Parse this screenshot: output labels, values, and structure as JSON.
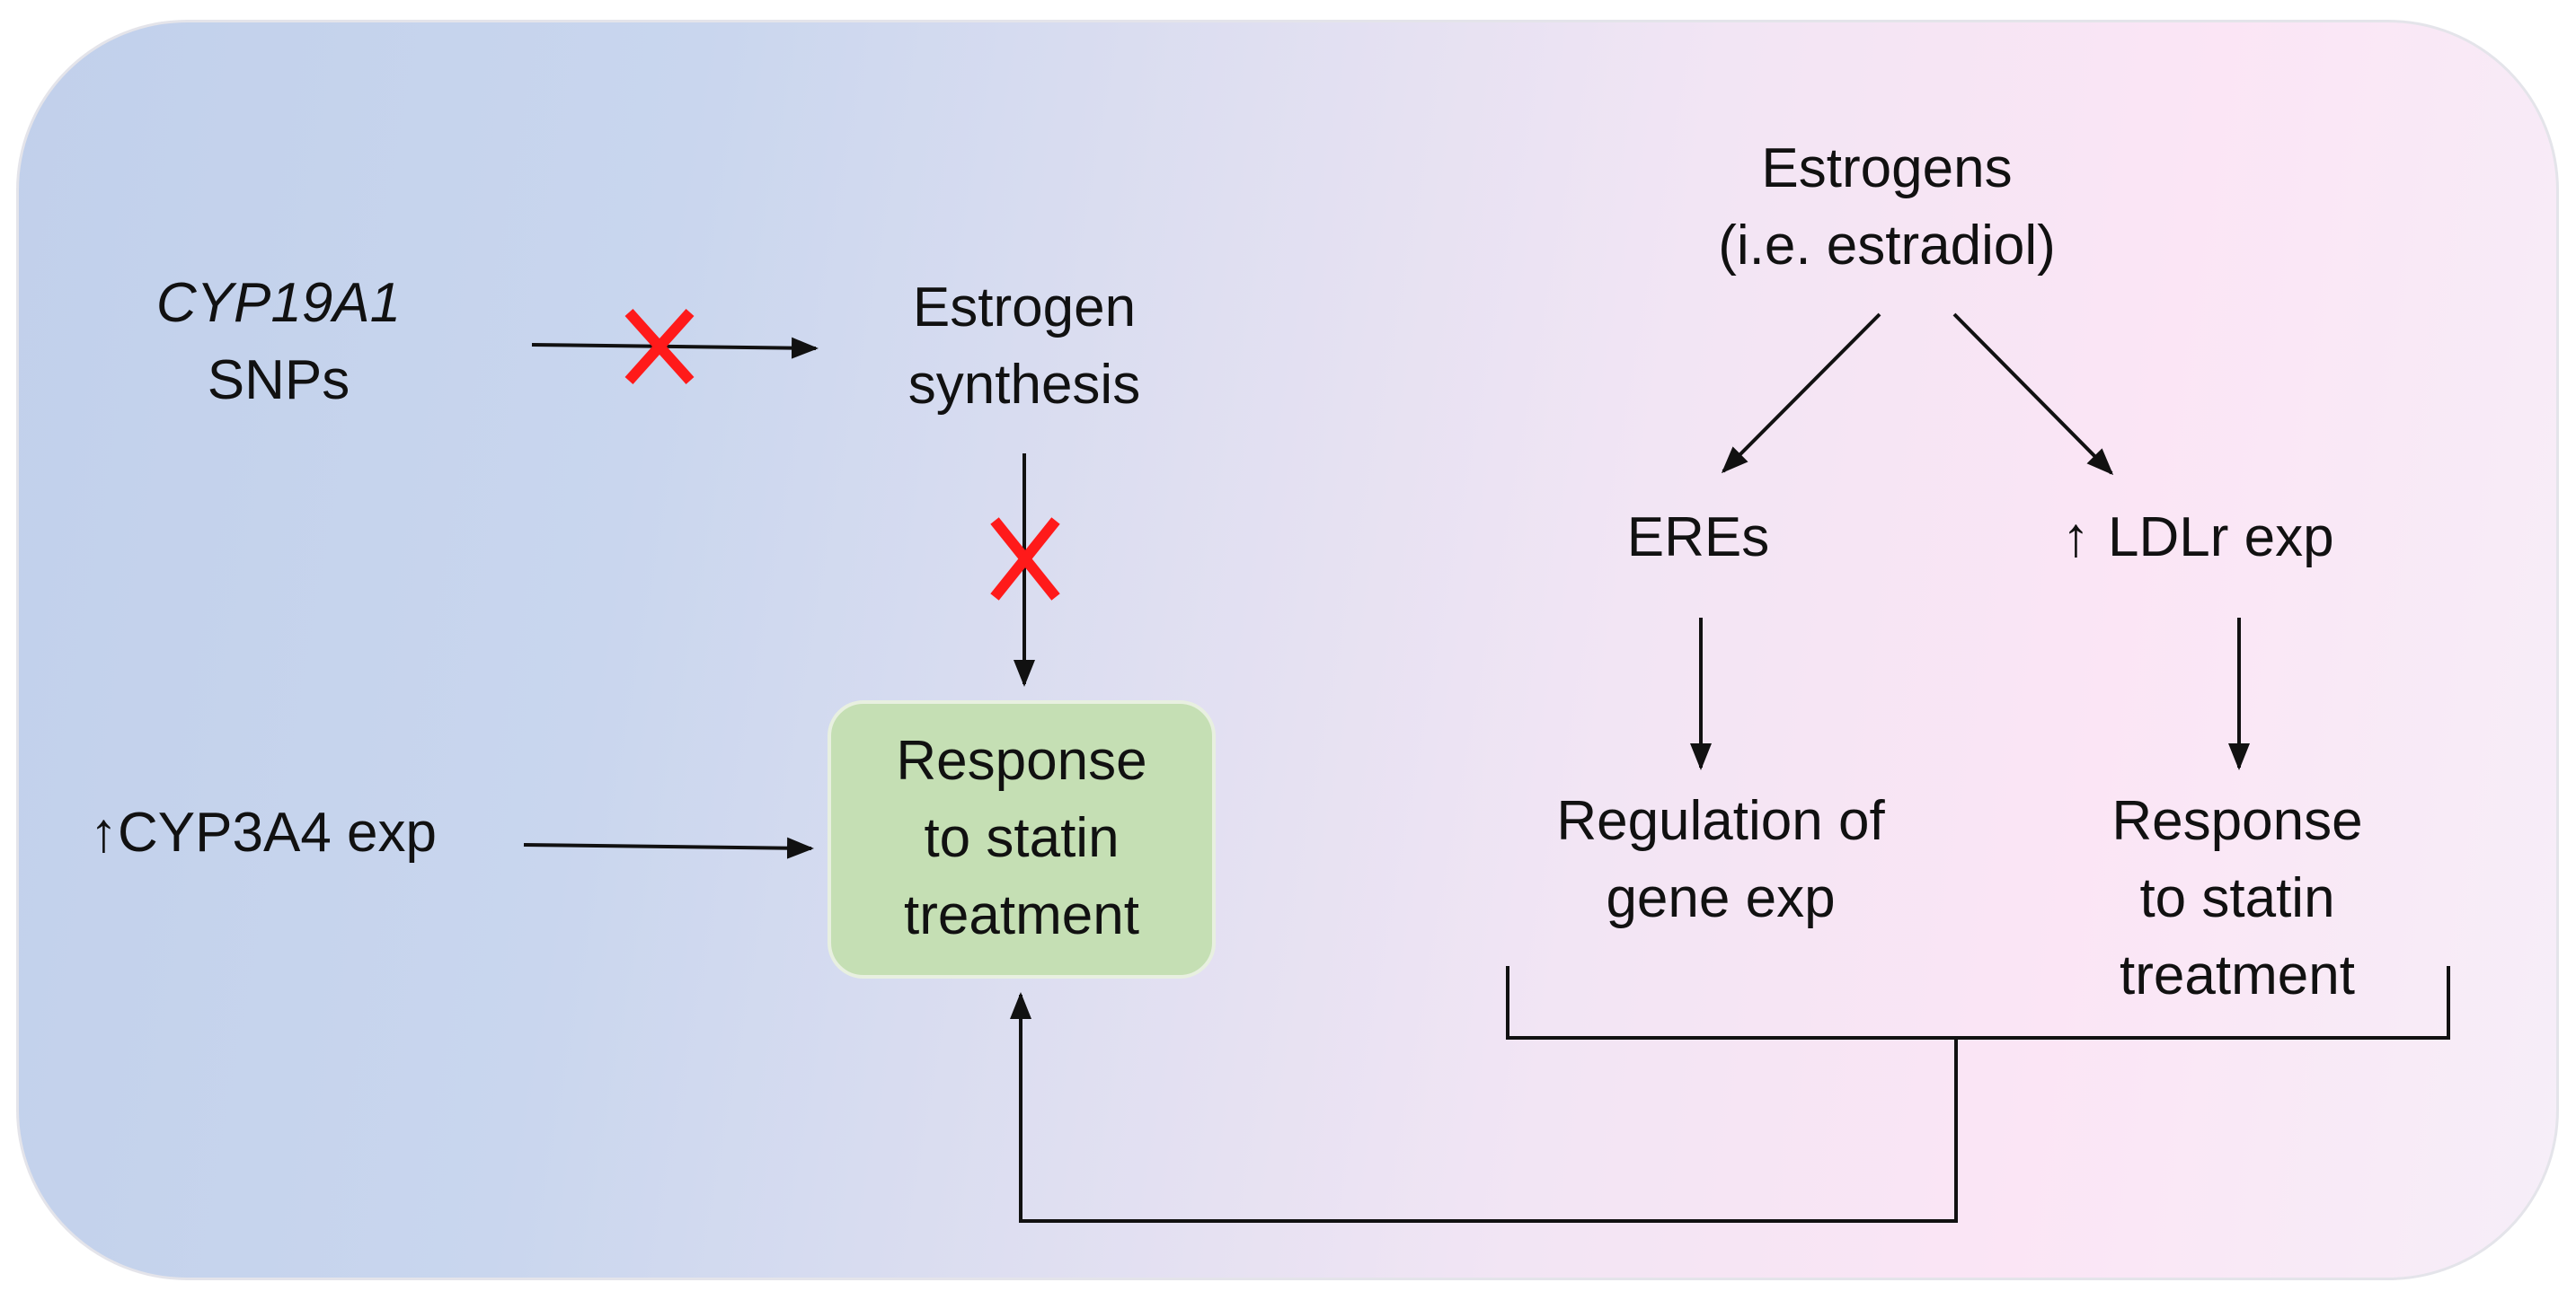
{
  "nodes": {
    "cyp19a1": {
      "line1": "CYP19A1",
      "line2": "SNPs"
    },
    "estrogen_synthesis": {
      "line1": "Estrogen",
      "line2": "synthesis"
    },
    "cyp3a4": {
      "arrow": "↑",
      "text": "CYP3A4 exp"
    },
    "statin_response_center": {
      "line1": "Response",
      "line2": "to statin",
      "line3": "treatment"
    },
    "estrogens": {
      "line1": "Estrogens",
      "line2": "(i.e. estradiol)"
    },
    "eres": {
      "text": "EREs"
    },
    "ldlr": {
      "arrow": "↑",
      "text": "LDLr exp"
    },
    "gene_regulation": {
      "line1": "Regulation of",
      "line2": "gene exp"
    },
    "statin_response_right": {
      "line1": "Response",
      "line2": "to statin",
      "line3": "treatment"
    }
  },
  "colors": {
    "box_fill": "#c5dfb4",
    "block_mark": "#ff1a1a",
    "line": "#111111"
  }
}
